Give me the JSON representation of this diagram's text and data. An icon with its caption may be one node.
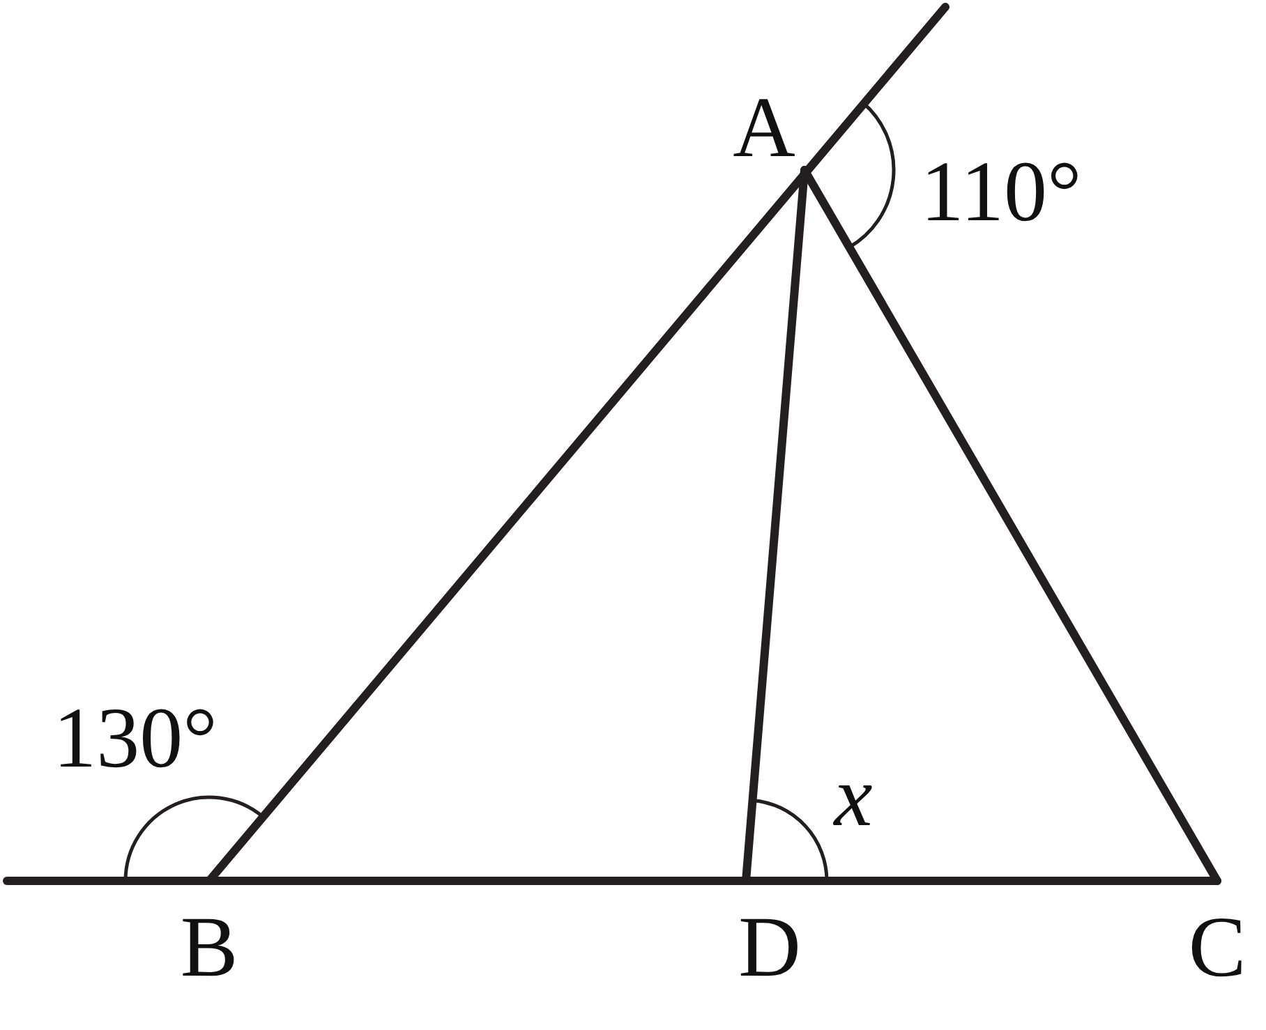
{
  "diagram": {
    "labels": [
      "A",
      "110°",
      "130°",
      "x",
      "B",
      "D",
      "C"
    ]
  }
}
